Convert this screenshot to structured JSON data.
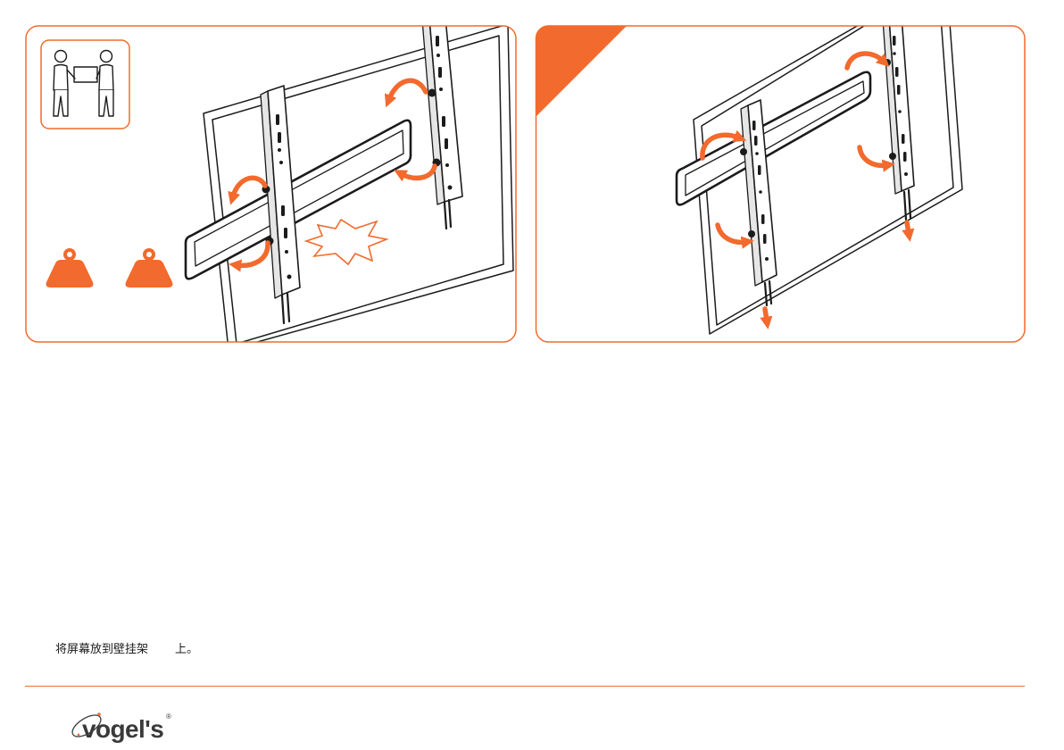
{
  "colors": {
    "accent": "#f26a2d",
    "ink": "#1b1b1b",
    "logo": "#3a3a3a",
    "paper": "#ffffff"
  },
  "left_panel": {
    "icons": {
      "lift_badge": "two-person-lift-icon",
      "weights": [
        "weight-icon",
        "weight-icon"
      ],
      "rotate_arrows": [
        "curved-arrow-icon",
        "curved-arrow-icon",
        "curved-arrow-icon",
        "curved-arrow-icon"
      ],
      "impact": "impact-burst-icon"
    }
  },
  "right_panel": {
    "icons": {
      "rotate_arrows": [
        "curved-arrow-icon",
        "curved-arrow-icon",
        "curved-arrow-icon",
        "curved-arrow-icon"
      ],
      "push_arrows": [
        "down-arrow-icon",
        "down-arrow-icon"
      ]
    }
  },
  "instruction": {
    "text_part_1": "将屏幕放到壁挂架",
    "text_part_2": "上。"
  },
  "footer": {
    "logo_text": "vogel's",
    "logo_mark": "®"
  }
}
